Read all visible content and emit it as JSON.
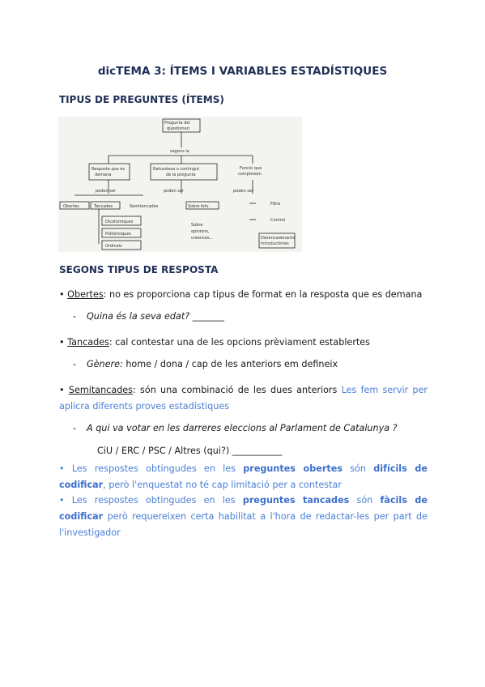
{
  "title": "dicTEMA 3: ÍTEMS I VARIABLES ESTADÍSTIQUES",
  "heading_items": "TIPUS DE PREGUNTES (ÍTEMS)",
  "diagram": {
    "root": "Pregunta del qüestionari",
    "segons": "segons la",
    "a": "Resposta que es demana",
    "b": "Naturalesa o contingut de la pregunta",
    "c": "Funció que compleixen",
    "poden_ser_a": "poden ser",
    "poden_ser_b": "poden ser",
    "poden_ser_c": "poden ser",
    "oberta": "Obertes",
    "tancades": "Tancades",
    "semitancades": "Semitancades",
    "dicotomiques": "Dicotòmiques",
    "politomiques": "Politòmiques",
    "ordinals": "Ordinals",
    "sobre_fets": "Sobre fets",
    "sobre_opinions": "Sobre opinions, creences...",
    "filtre": "Filtre",
    "control": "Control",
    "desencadenants": "Desencadenants introductòries"
  },
  "heading_resposta": "SEGONS TIPUS DE RESPOSTA",
  "obertes": {
    "bullet": "•",
    "term": "Obertes",
    "rest": ": no es proporciona cap tipus de format en la resposta que es demana",
    "example": "Quina és la seva edat?",
    "blank": " _______"
  },
  "tancades": {
    "bullet": "•",
    "term": "Tancades",
    "rest": ": cal contestar una de les opcions prèviament establertes",
    "example_label": "Gènere:",
    "example_rest": " home / dona / cap de les anteriors em defineix"
  },
  "semitancades": {
    "bullet": "•",
    "term": "Semitancades",
    "rest": ": són una combinació de les dues anteriors ",
    "note": "Les fem servir per aplicra diferents proves estadístiques",
    "example": "A qui va votar en les darreres eleccions al Parlament de Catalunya ?",
    "options": "CiU / ERC / PSC / Altres (qui?) ___________"
  },
  "note1": {
    "p1": "• Les respostes obtingudes en les ",
    "b1": "preguntes obertes",
    "p2": " són ",
    "b2": "difícils de codificar",
    "p3": ", però l'enquestat  no té cap limitació per a contestar"
  },
  "note2": {
    "p1": "• Les respostes obtingudes en les ",
    "b1": "preguntes tancades",
    "p2": " són ",
    "b2": "fàcils de codificar",
    "p3": " però requereixen certa habilitat a l'hora de redactar-les per part de l'investigador"
  },
  "dash": "-"
}
